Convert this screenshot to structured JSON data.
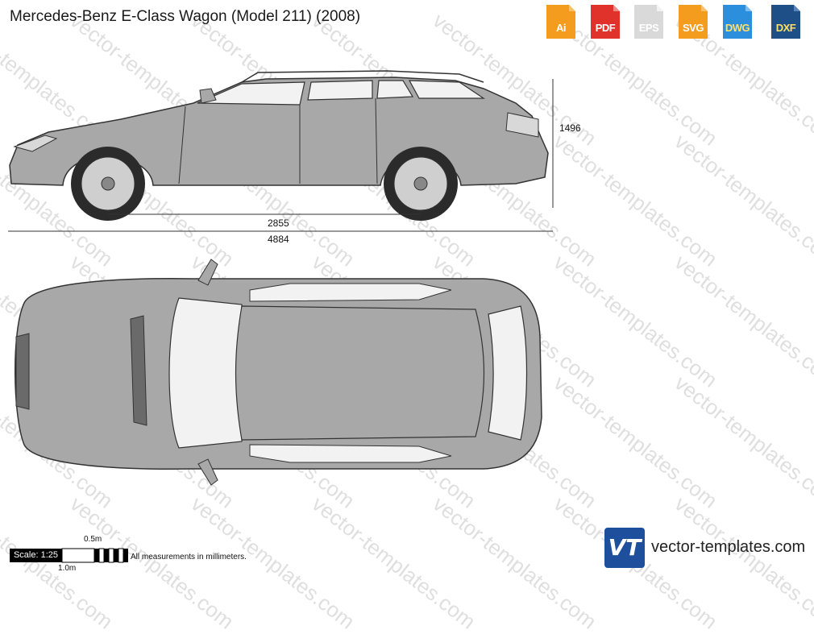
{
  "title": "Mercedes-Benz E-Class Wagon (Model 211) (2008)",
  "formats": [
    {
      "label": "Ai",
      "icon": "ai-file-icon",
      "color": "#f39c1d"
    },
    {
      "label": "PDF",
      "icon": "pdf-file-icon",
      "color": "#e0312b"
    },
    {
      "label": "EPS",
      "icon": "eps-file-icon",
      "color": "#d9d9d9"
    },
    {
      "label": "SVG",
      "icon": "svg-file-icon",
      "color": "#f39c1d"
    },
    {
      "label": "DWG",
      "icon": "dwg-file-icon",
      "color": "#2c8fde"
    },
    {
      "label": "DXF",
      "icon": "dxf-file-icon",
      "color": "#1f4f87"
    }
  ],
  "dimensions": {
    "height": "1496",
    "wheelbase": "2855",
    "length": "4884"
  },
  "scale": {
    "label": "Scale: 1:25",
    "half_meter": "0.5m",
    "one_meter": "1.0m"
  },
  "measurement_note": "All measurements in millimeters.",
  "watermark_text": "vector-templates.com",
  "brand": {
    "logo_text": "VT",
    "site": "vector-templates.com"
  },
  "colors": {
    "body": "#a8a8a8",
    "glass": "#f2f2f2",
    "outline": "#333333"
  }
}
